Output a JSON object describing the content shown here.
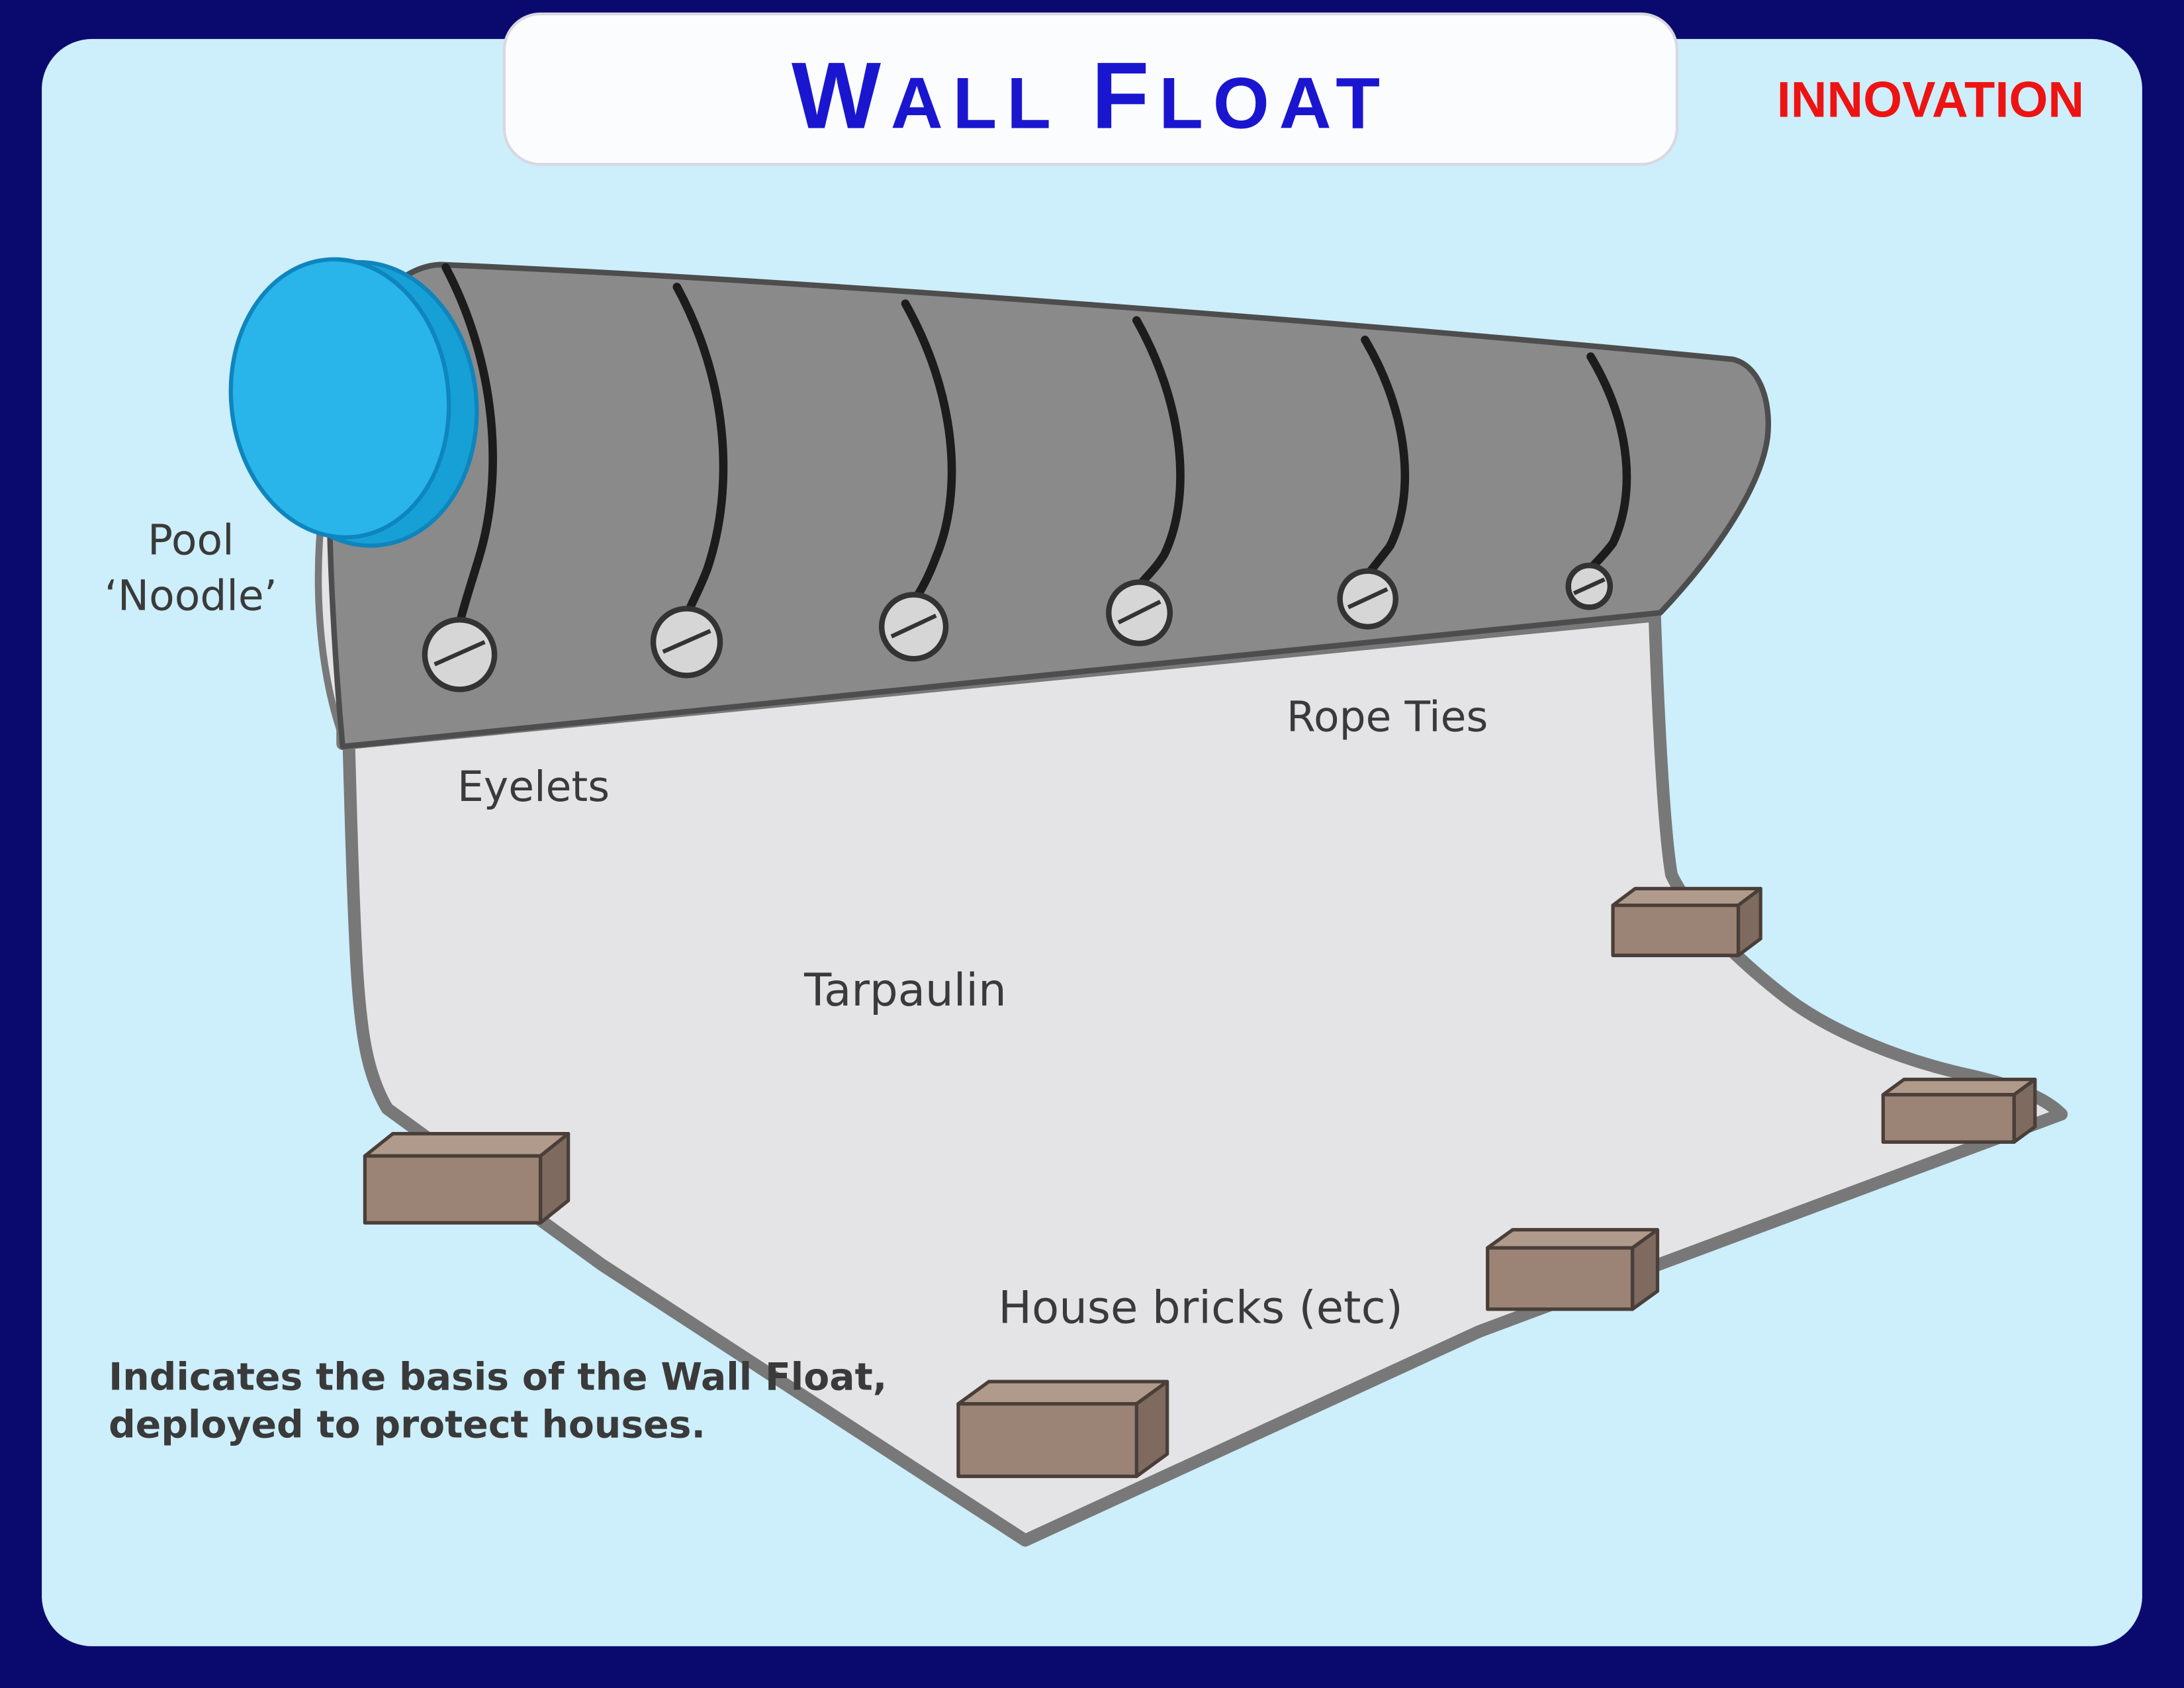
{
  "header": {
    "title_parts": {
      "p1": "W",
      "p2": "ALL",
      "p3": "F",
      "p4": "LOAT"
    },
    "badge": "INNOVATION"
  },
  "labels": {
    "pool_line1": "Pool",
    "pool_line2": "‘Noodle’",
    "eyelets": "Eyelets",
    "rope_ties": "Rope Ties",
    "tarpaulin": "Tarpaulin",
    "house_bricks": "House bricks (etc)",
    "caption_line1": "Indicates the basis of the Wall Float,",
    "caption_line2": "deployed to protect houses."
  },
  "colors": {
    "background": "#0a0a6e",
    "panel": "#cdeefb",
    "tab": "#fbfcfe",
    "title": "#1a16d0",
    "badge": "#ee1313",
    "noodle": "#29b5ea",
    "noodle_shade": "#17a0d6",
    "fold": "#8a8a8a",
    "tarp": "#e4e4e7",
    "brick_front": "#9b8376",
    "brick_top": "#b09a8c",
    "brick_side": "#7f6a5f"
  }
}
